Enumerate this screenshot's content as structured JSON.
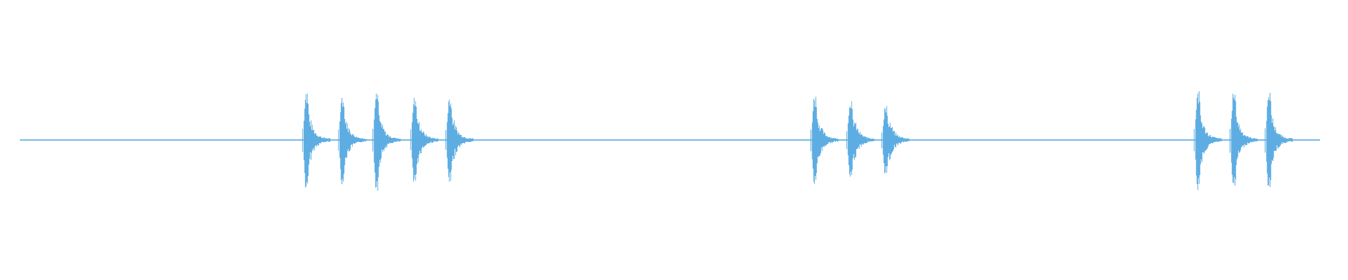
{
  "waveform": {
    "color": "#5dade2",
    "background": "#ffffff",
    "bursts": [
      {
        "group": 1,
        "amplitude_top": 0.5,
        "amplitude_bottom": 0.52
      },
      {
        "group": 1,
        "amplitude_top": 0.45,
        "amplitude_bottom": 0.47
      },
      {
        "group": 1,
        "amplitude_top": 0.5,
        "amplitude_bottom": 0.52
      },
      {
        "group": 1,
        "amplitude_top": 0.44,
        "amplitude_bottom": 0.47
      },
      {
        "group": 1,
        "amplitude_top": 0.44,
        "amplitude_bottom": 0.45
      },
      {
        "group": 2,
        "amplitude_top": 0.46,
        "amplitude_bottom": 0.47
      },
      {
        "group": 2,
        "amplitude_top": 0.4,
        "amplitude_bottom": 0.4
      },
      {
        "group": 2,
        "amplitude_top": 0.35,
        "amplitude_bottom": 0.36
      },
      {
        "group": 3,
        "amplitude_top": 0.5,
        "amplitude_bottom": 0.52
      },
      {
        "group": 3,
        "amplitude_top": 0.5,
        "amplitude_bottom": 0.52
      },
      {
        "group": 3,
        "amplitude_top": 0.5,
        "amplitude_bottom": 0.52
      }
    ]
  }
}
